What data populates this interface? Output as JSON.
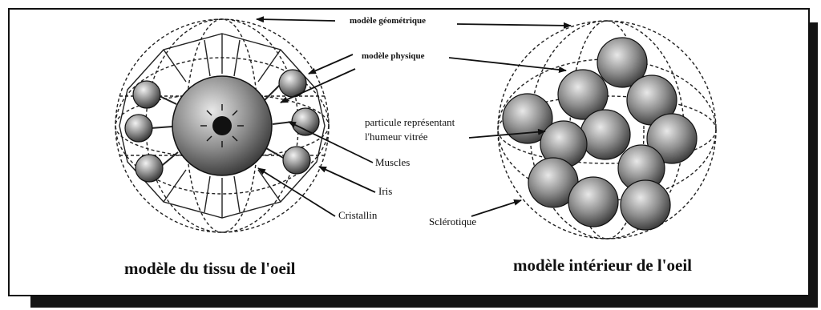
{
  "labels": {
    "geometric_model": "modèle géométrique",
    "physical_model": "modèle physique",
    "particle_line1": "particule représentant",
    "particle_line2": "l'humeur vitrée",
    "muscles": "Muscles",
    "iris": "Iris",
    "lens": "Cristallin",
    "sclera": "Sclérotique"
  },
  "captions": {
    "left": "modèle du tissu de l'oeil",
    "right": "modèle intérieur de l'oeil"
  },
  "colors": {
    "ink": "#111111",
    "shadow": "#141414",
    "sphere_light": "#f2f2f2",
    "sphere_dark": "#2a2a2a"
  }
}
